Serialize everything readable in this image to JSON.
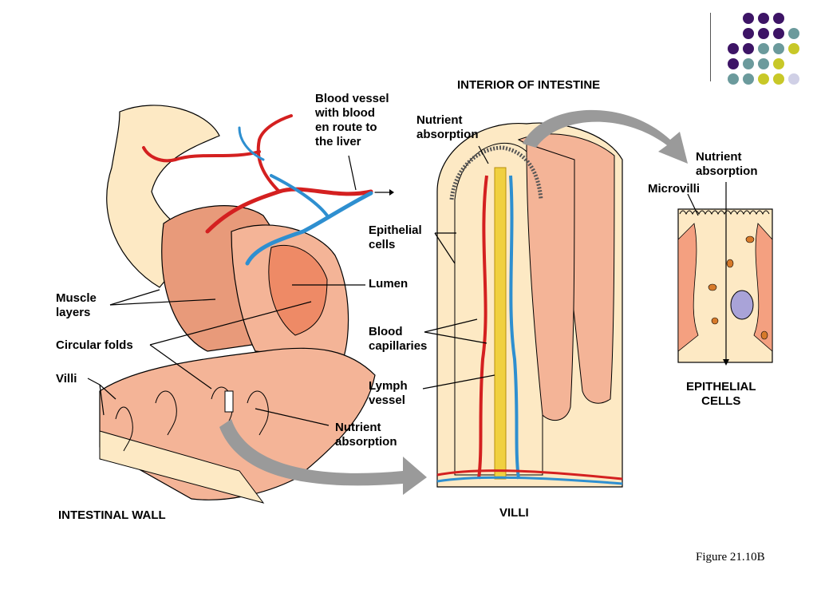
{
  "labels": {
    "interior_of_intestine": "INTERIOR OF INTESTINE",
    "blood_vessel": "Blood vessel\nwith blood\nen route to\nthe liver",
    "nutrient_absorption_top": "Nutrient\nabsorption",
    "nutrient_absorption_right": "Nutrient\nabsorption",
    "microvilli": "Microvilli",
    "epithelial_cells_lower": "Epithelial\ncells",
    "lumen": "Lumen",
    "blood_capillaries": "Blood\ncapillaries",
    "lymph_vessel": "Lymph\nvessel",
    "muscle_layers": "Muscle\nlayers",
    "circular_folds": "Circular folds",
    "villi_left": "Villi",
    "nutrient_absorption_bottom": "Nutrient\nabsorption",
    "intestinal_wall": "INTESTINAL WALL",
    "villi_caption": "VILLI",
    "epithelial_cells_caption": "EPITHELIAL\nCELLS",
    "figure_number": "Figure 21.10B"
  },
  "colors": {
    "dot_purple": "#3d1466",
    "dot_teal": "#6b9a9c",
    "dot_yellow": "#c8c828",
    "dot_lavender": "#d0d0e6",
    "artery": "#d42020",
    "vein": "#2e8fd0",
    "lymph": "#f0d040",
    "tissue_cream": "#fde9c4",
    "tissue_salmon": "#f4b497",
    "muscle": "#e89a7a",
    "arrow_gray": "#9a9a9a"
  }
}
